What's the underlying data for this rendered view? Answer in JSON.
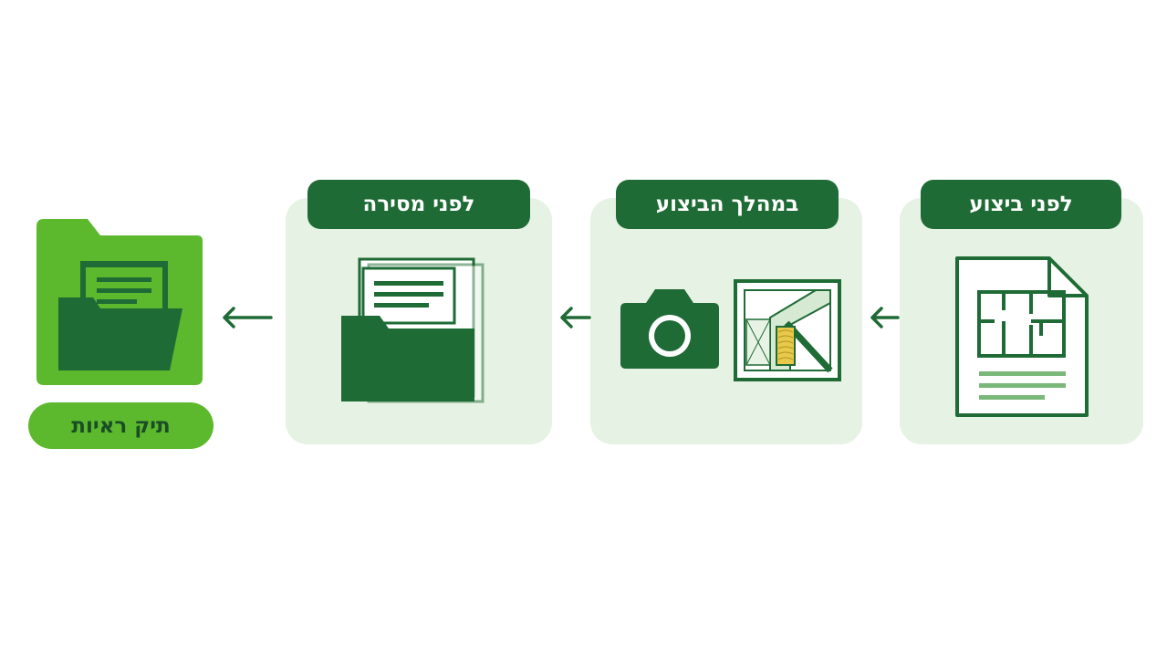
{
  "steps": [
    {
      "label": "לפני ביצוע",
      "icon": "floor-plan-document-icon"
    },
    {
      "label": "במהלך הביצוע",
      "icons": [
        "camera-icon",
        "construction-photo-icon"
      ]
    },
    {
      "label": "לפני מסירה",
      "icon": "folder-with-documents-icon"
    }
  ],
  "result": {
    "label": "תיק ראיות",
    "icon": "green-folder-icon"
  },
  "colors": {
    "dark_green": "#1f6b35",
    "light_card": "#e6f2e3",
    "bright_green": "#5cb82d",
    "accent_yellow": "#e8c94a"
  }
}
